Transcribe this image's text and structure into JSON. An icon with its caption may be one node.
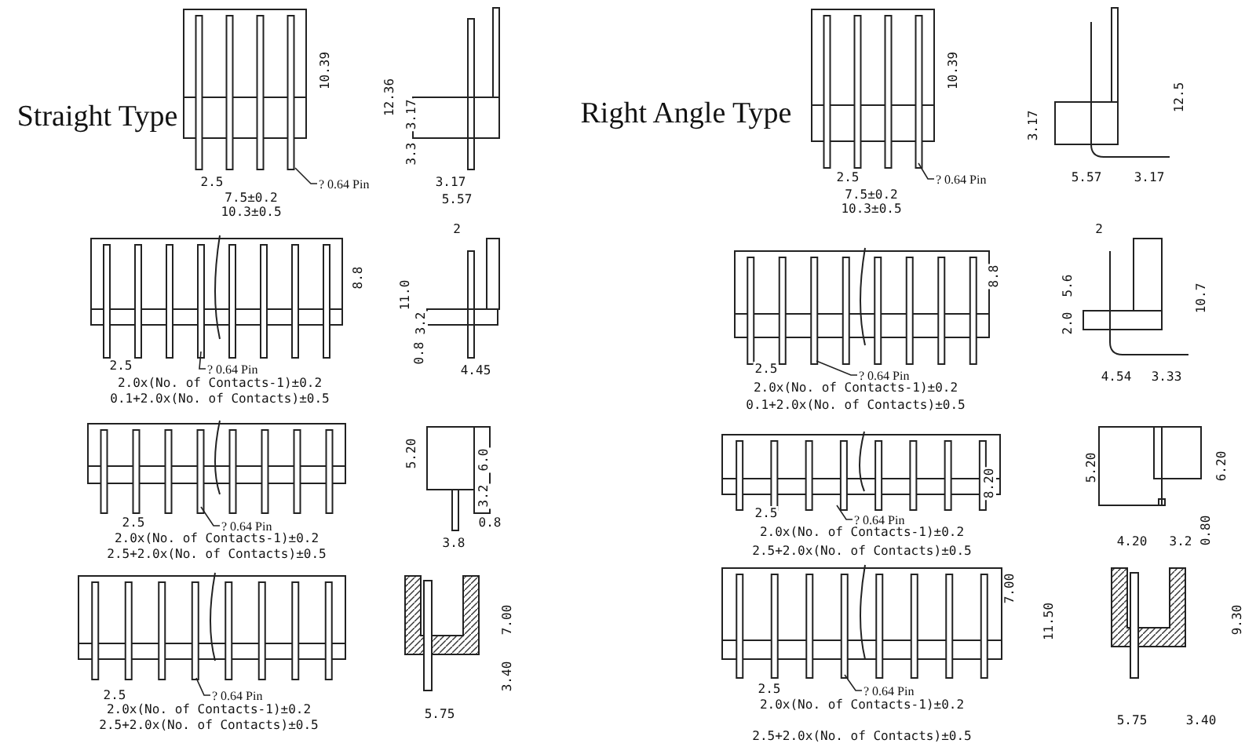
{
  "diagram": {
    "nodes": [
      {
        "text": [
          "? 0.64 Pin"
        ]
      },
      {
        "text": [
          "? 0.64 Pin"
        ]
      },
      {
        "text": [
          "? 0.64 Pin"
        ]
      },
      {
        "text": [
          "? 0.64 Pin"
        ]
      },
      {
        "text": [
          "? 0.64 Pin"
        ]
      },
      {
        "text": [
          "? 0.64 Pin"
        ]
      },
      {
        "text": [
          "? 0.64 Pin"
        ]
      },
      {
        "text": [
          "? 0.64 Pin"
        ]
      }
    ],
    "edges": [
      {
        "from": 0,
        "to": null,
        "arrow": "none"
      },
      {
        "from": 1,
        "to": null,
        "arrow": "none"
      },
      {
        "from": 2,
        "to": null,
        "arrow": "none"
      },
      {
        "from": 3,
        "to": null,
        "arrow": "none"
      },
      {
        "from": 4,
        "to": null,
        "arrow": "none"
      },
      {
        "from": 5,
        "to": null,
        "arrow": "none"
      },
      {
        "from": 6,
        "to": null,
        "arrow": "none"
      },
      {
        "from": 7,
        "to": null,
        "arrow": "none"
      }
    ],
    "labels": [
      "Straight Type",
      "10.39",
      "12.36",
      "3.17",
      "3.3",
      "2.5",
      "3.17",
      "7.5±0.2",
      "5.57",
      "10.3±0.5",
      "Right Angle Type",
      "10.39",
      "12.5",
      "3.17",
      "2.5",
      "5.57",
      "3.17",
      "7.5±0.2",
      "10.3±0.5",
      "2",
      "8.8",
      "11.0",
      "3.2",
      "0.8",
      "2.5",
      "4.45",
      "2.0x(No. of Contacts-1)±0.2",
      "0.1+2.0x(No. of Contacts)±0.5",
      "2",
      "8.8",
      "5.6",
      "10.7",
      "2.0",
      "2.5",
      "4.54",
      "3.33",
      "2.0x(No. of Contacts-1)±0.2",
      "0.1+2.0x(No. of Contacts)±0.5",
      "5.20",
      "6.0",
      "3.2",
      "2.5",
      "0.8",
      "2.0x(No. of Contacts-1)±0.2",
      "3.8",
      "2.5+2.0x(No. of Contacts)±0.5",
      "5.20",
      "6.20",
      "8.20",
      "2.5",
      "0.80",
      "2.0x(No. of Contacts-1)±0.2",
      "4.20",
      "3.2",
      "2.5+2.0x(No. of Contacts)±0.5",
      "7.00",
      "3.40",
      "2.5",
      "2.0x(No. of Contacts-1)±0.2",
      "5.75",
      "2.5+2.0x(No. of Contacts)±0.5",
      "7.00",
      "11.50",
      "9.30",
      "2.5",
      "2.0x(No. of Contacts-1)±0.2",
      "5.75",
      "3.40",
      "2.5+2.0x(No. of Contacts)±0.5"
    ]
  }
}
